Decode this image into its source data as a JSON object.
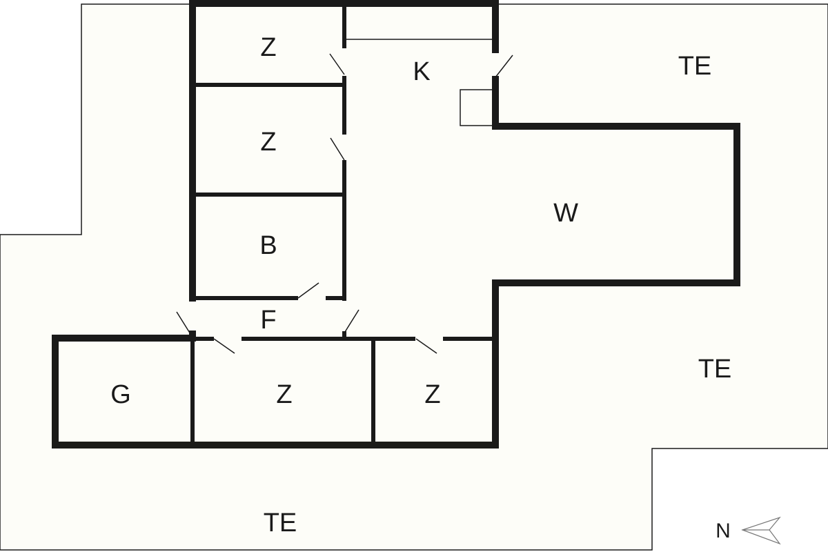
{
  "title": "Floor plan",
  "rooms": [
    {
      "id": "z1",
      "label": "Z"
    },
    {
      "id": "k",
      "label": "K"
    },
    {
      "id": "z2",
      "label": "Z"
    },
    {
      "id": "w",
      "label": "W"
    },
    {
      "id": "b",
      "label": "B"
    },
    {
      "id": "f",
      "label": "F"
    },
    {
      "id": "g",
      "label": "G"
    },
    {
      "id": "z3",
      "label": "Z"
    },
    {
      "id": "z4",
      "label": "Z"
    }
  ],
  "terraces": [
    {
      "id": "te1",
      "label": "TE"
    },
    {
      "id": "te2",
      "label": "TE"
    },
    {
      "id": "te3",
      "label": "TE"
    }
  ],
  "compass": {
    "label": "N"
  },
  "colors": {
    "wall": "#1a1a1a",
    "floor": "#fdfdf8",
    "background": "#ffffff"
  }
}
